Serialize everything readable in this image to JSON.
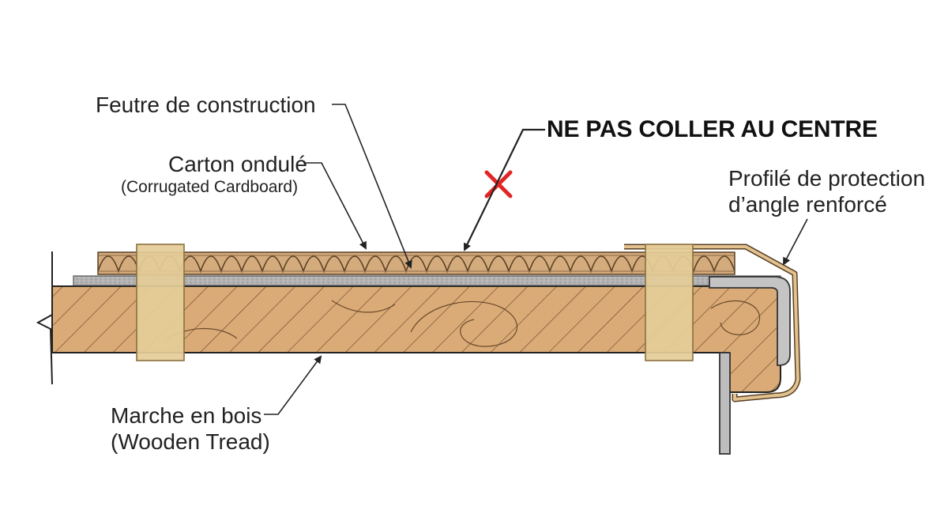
{
  "labels": {
    "felt": "Feutre de construction",
    "cardboard": {
      "line1": "Carton ondulé",
      "line2": "(Corrugated Cardboard)"
    },
    "warning": "NE PAS COLLER AU CENTRE",
    "profile": {
      "line1": "Profilé de protection",
      "line2": "d’angle renforcé"
    },
    "tread": {
      "line1": "Marche en bois",
      "line2": "(Wooden Tread)"
    }
  },
  "icons": {
    "warning_mark": "x-mark-icon",
    "warning_color": "#e32424"
  },
  "colors": {
    "wood": "#dbab77",
    "wood_hatch": "#6a4a2c",
    "cardboard": "#c59a6a",
    "felt": "#a9a9a9",
    "tape": "#e4cc98",
    "metal": "#bdbdbd",
    "outline": "#222222"
  }
}
